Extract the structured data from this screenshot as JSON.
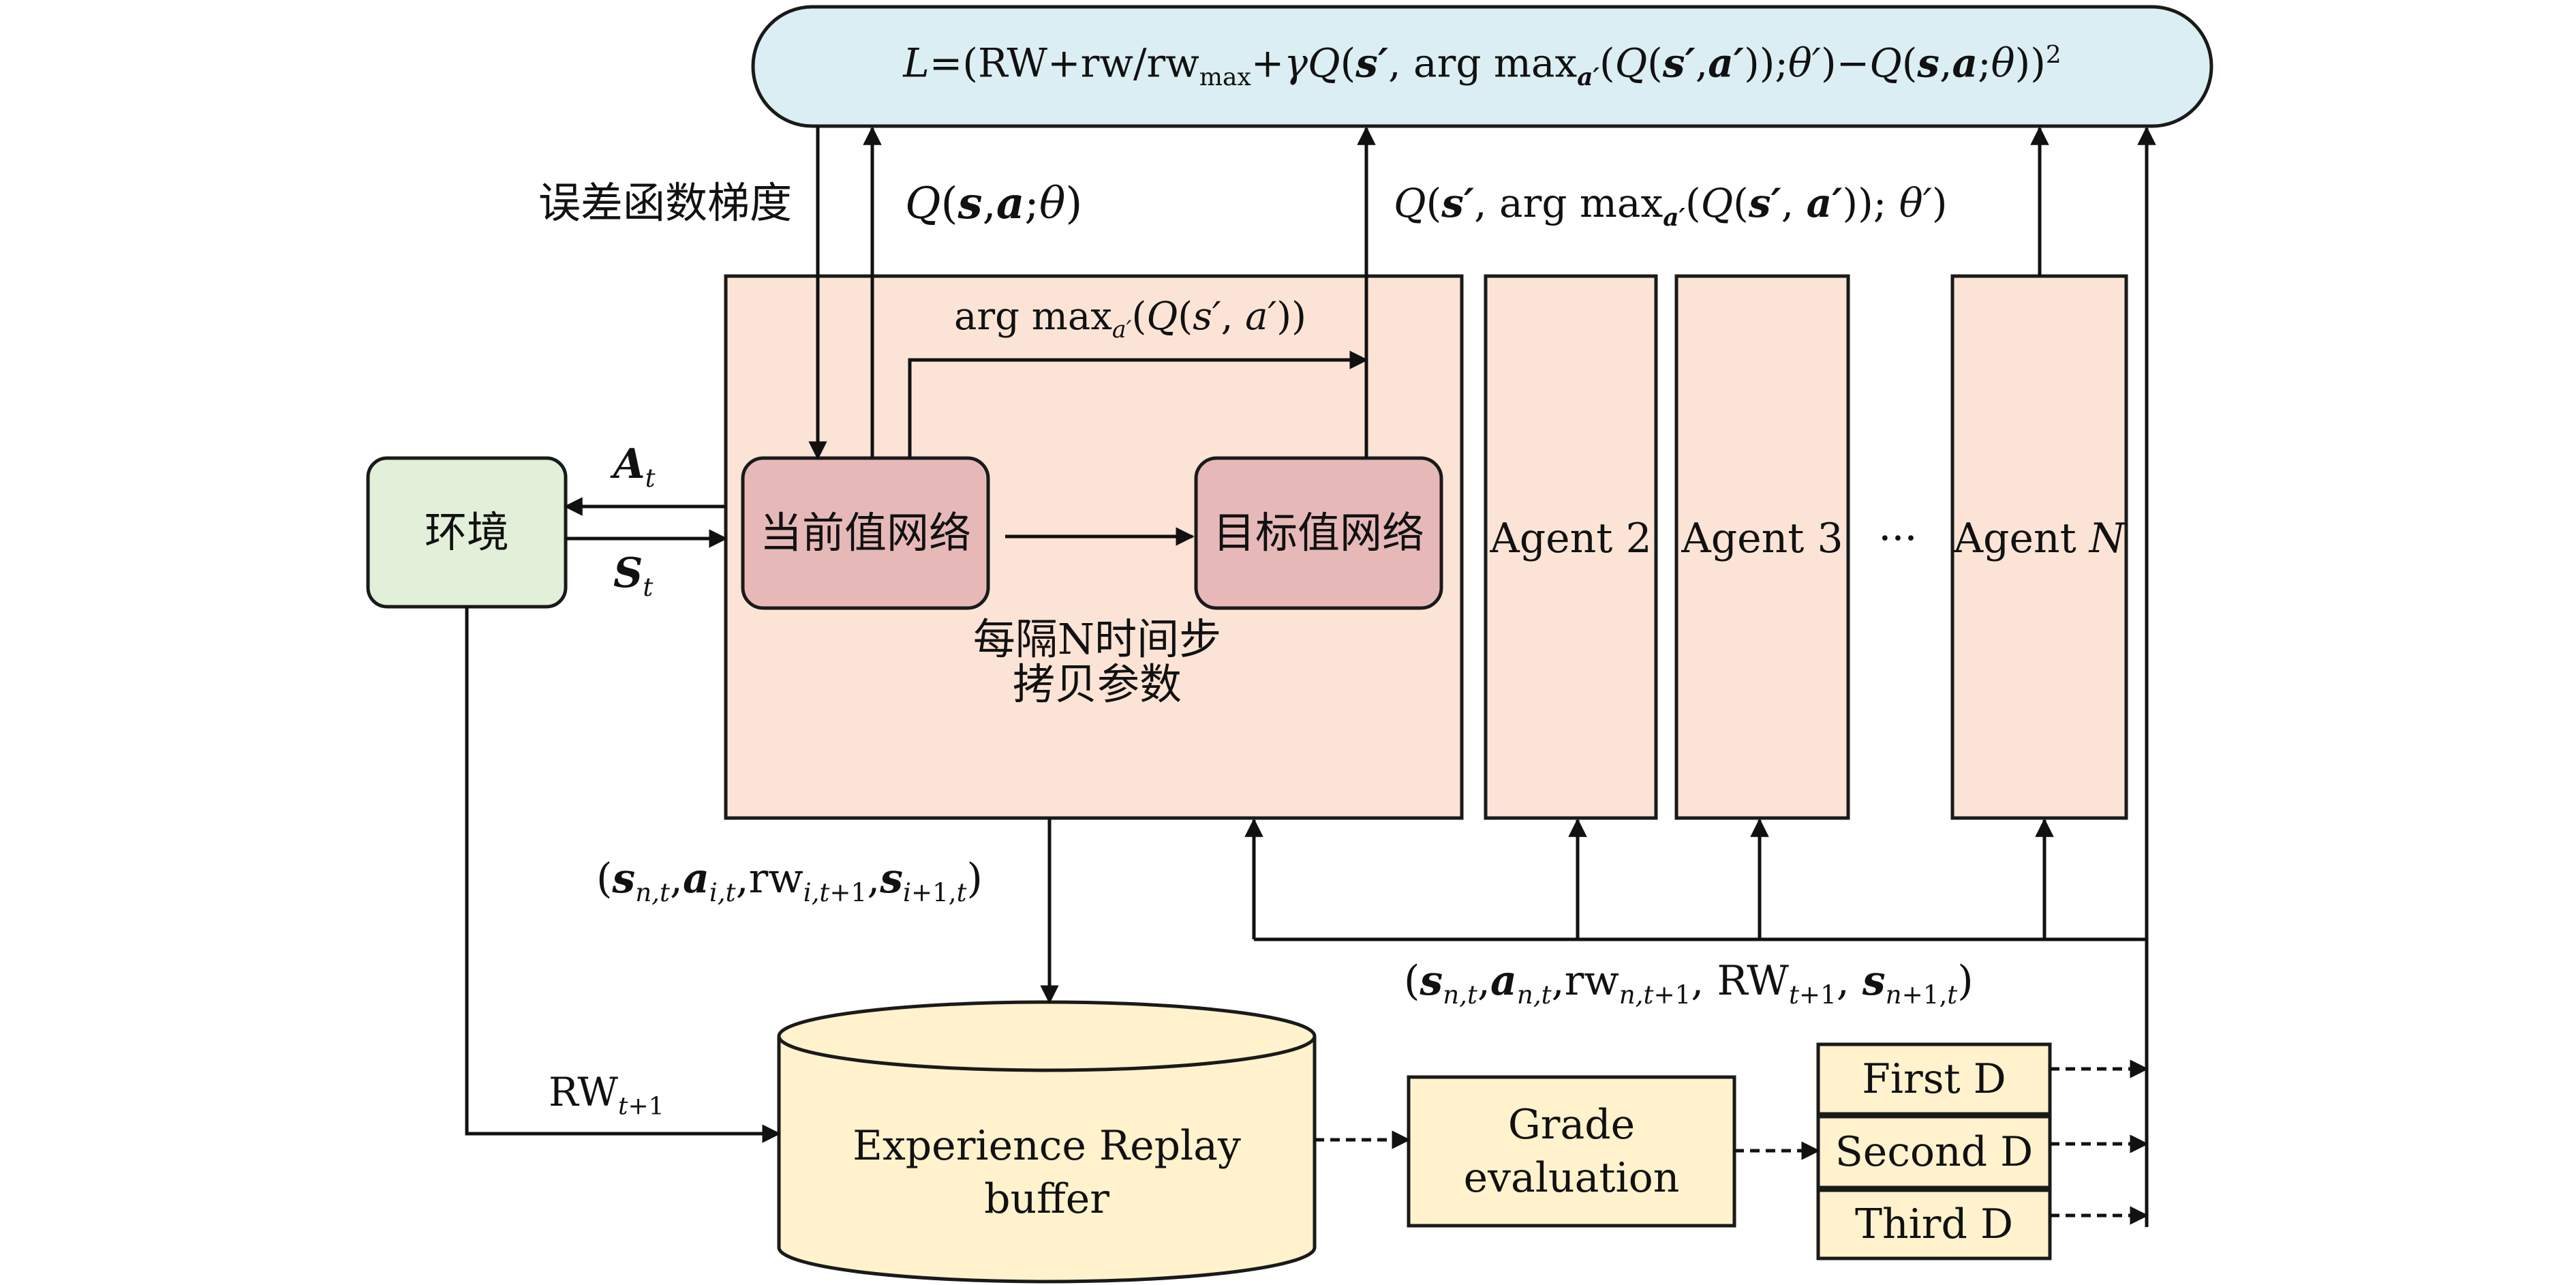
{
  "loss_formula": "L=(RW+rw/rw_max+γQ(s′, arg max_a′(Q(s′,a′));θ′)−Q(s,a;θ))²",
  "env_label": "环境",
  "current_net_label": "当前值网络",
  "target_net_label": "目标值网络",
  "agents": [
    "Agent 2",
    "Agent 3",
    "···",
    "Agent N"
  ],
  "copy_note": [
    "每隔N时间步",
    "拷贝参数"
  ],
  "error_gradient_label": "误差函数梯度",
  "q_current_label": "Q(s,a;θ)",
  "q_target_label": "Q(s′, arg max_a′(Q(s′, a′)); θ′)",
  "argmax_label": "arg max_a′(Q(s′, a′))",
  "action_label": "A_t",
  "state_label": "S_t",
  "transition_label": "(s_n,t, a_i,t, rw_i,t+1, s_i+1,t)",
  "shared_transition_label": "(s_n,t, a_n,t, rw_n,t+1, RW_t+1, s_n+1,t)",
  "reward_label": "RW_t+1",
  "replay_buffer_label": [
    "Experience Replay",
    "buffer"
  ],
  "grade_eval_label": [
    "Grade",
    "evaluation"
  ],
  "grades": [
    "First D",
    "Second D",
    "Third D"
  ],
  "colors": {
    "loss_fill": "#dbeef4",
    "agent_fill": "#fbe4d5",
    "network_fill": "#e6b9b8",
    "env_fill": "#e2efd9",
    "buffer_fill": "#fff2cc",
    "stroke": "#1a1a1a"
  }
}
